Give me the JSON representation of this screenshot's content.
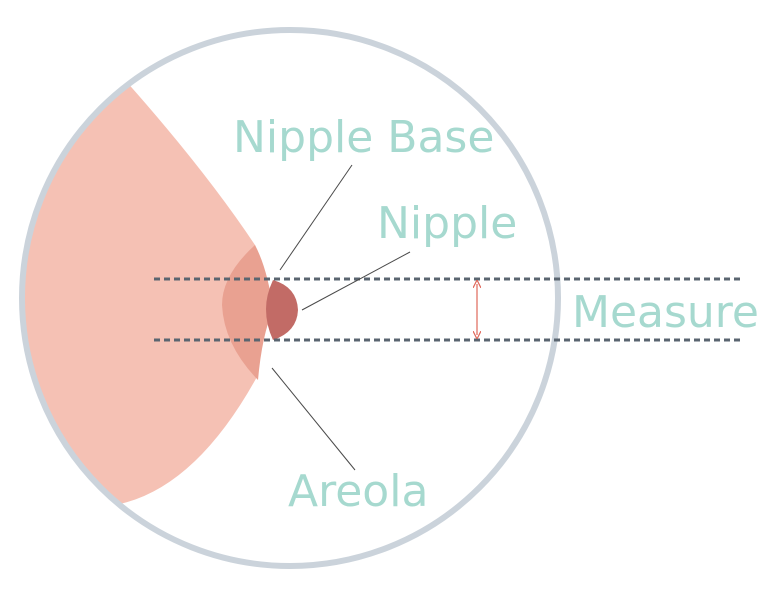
{
  "labels": {
    "nipple_base": "Nipple Base",
    "nipple": "Nipple",
    "measure": "Measure",
    "areola": "Areola"
  },
  "colors": {
    "label_text": "#a6d9cf",
    "circle_outline": "#cbd3db",
    "breast": "#f5c1b4",
    "areola": "#e9a191",
    "nipple": "#c26b66",
    "dashed_line": "#5a6570",
    "leader_line": "#4a4a4a",
    "measure_arrow": "#e0675a"
  }
}
